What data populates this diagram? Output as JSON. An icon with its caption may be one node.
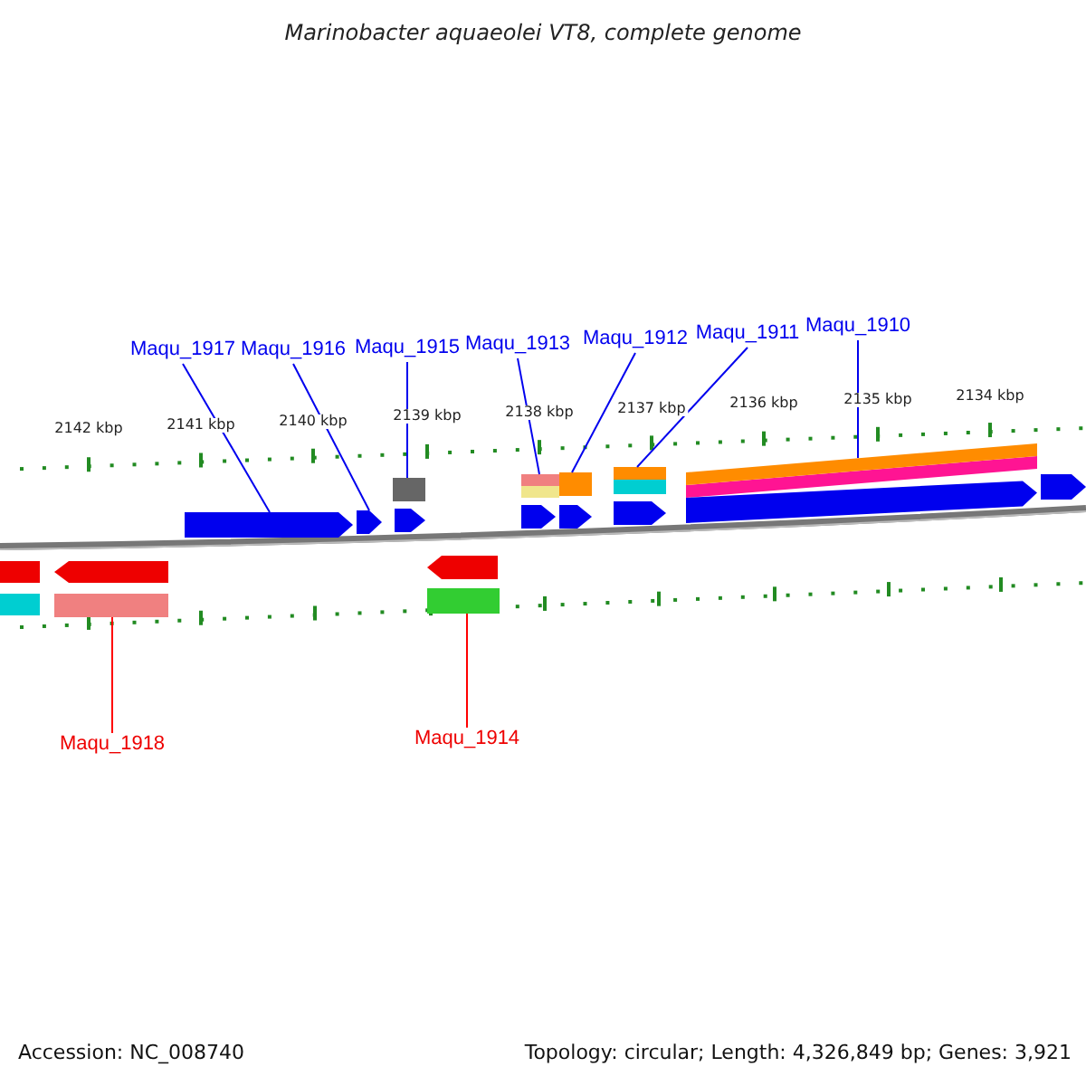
{
  "diagram": {
    "title": "Marinobacter aquaeolei VT8, complete genome",
    "nodes": [
      {
        "text": [
          "Maqu_1917"
        ]
      },
      {
        "text": [
          "Maqu_1916"
        ]
      },
      {
        "text": [
          "Maqu_1915"
        ]
      },
      {
        "text": [
          "Maqu_1913"
        ]
      },
      {
        "text": [
          "Maqu_1912"
        ]
      },
      {
        "text": [
          "Maqu_1911"
        ]
      },
      {
        "text": [
          "Maqu_1910"
        ]
      },
      {
        "text": [
          "Maqu_1918"
        ]
      },
      {
        "text": [
          "Maqu_1914"
        ]
      },
      {
        "text": [],
        "shape": "arrow"
      },
      {
        "text": [],
        "shape": "arrow"
      },
      {
        "text": [],
        "shape": "box"
      },
      {
        "text": [],
        "shape": "box"
      },
      {
        "text": [],
        "shape": "box"
      },
      {
        "text": [],
        "shape": "bar"
      },
      {
        "text": [],
        "shape": "bar"
      },
      {
        "text": [],
        "shape": "box"
      },
      {
        "text": [],
        "shape": "box"
      }
    ],
    "edges": [
      {
        "from": 0,
        "to": 9,
        "arrow": "none"
      },
      {
        "from": 1,
        "to": 10,
        "arrow": "none"
      },
      {
        "from": 2,
        "to": 11,
        "arrow": "none"
      },
      {
        "from": 3,
        "to": 12,
        "arrow": "none"
      },
      {
        "from": 4,
        "to": 13,
        "arrow": "none"
      },
      {
        "from": 5,
        "to": 14,
        "arrow": "none"
      },
      {
        "from": 6,
        "to": 15,
        "arrow": "none"
      },
      {
        "from": 7,
        "to": 16,
        "arrow": "none",
        "color": "#ff0000"
      },
      {
        "from": 8,
        "to": 17,
        "arrow": "none",
        "color": "#ff0000"
      }
    ],
    "labels": [
      "2142 kbp",
      "2141 kbp",
      "2140 kbp",
      "2139 kbp",
      "2138 kbp",
      "2137 kbp",
      "2136 kbp",
      "2135 kbp",
      "2134 kbp",
      "Accession: NC_008740",
      "Topology: circular; Length: 4,326,849 bp; Genes: 3,921"
    ]
  }
}
